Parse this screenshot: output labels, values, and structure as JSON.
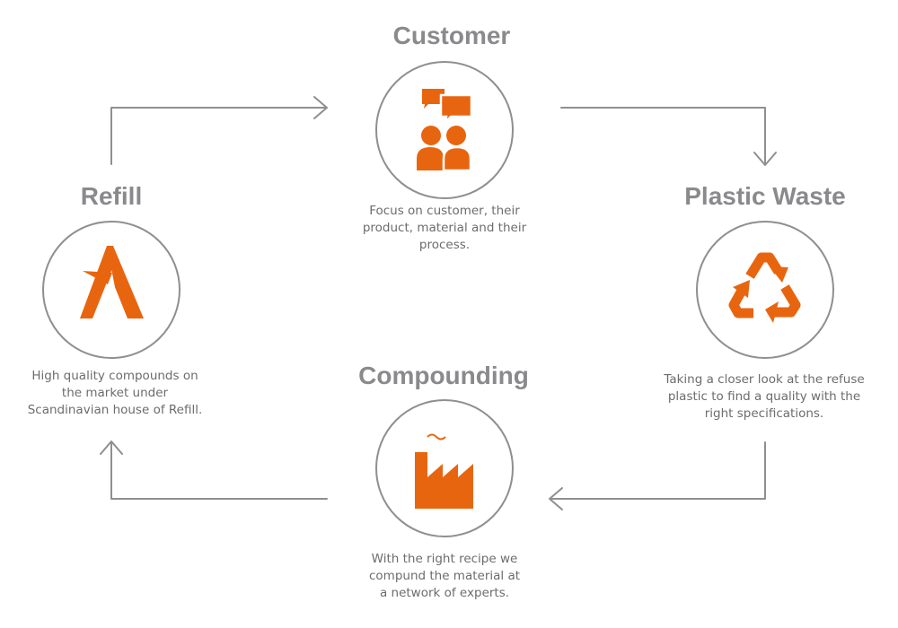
{
  "diagram": {
    "accent_color": "#e8650f",
    "line_color": "#8f8f92",
    "nodes": {
      "customer": {
        "title": "Customer",
        "description": "Focus on customer, their product, material and their process.",
        "icon": "customer-chat-icon"
      },
      "plastic_waste": {
        "title": "Plastic Waste",
        "description": "Taking a closer look at the refuse plastic to find a quality with the right specifications.",
        "icon": "recycle-icon"
      },
      "compounding": {
        "title": "Compounding",
        "description": "With the right recipe we compund the material at a network of experts.",
        "icon": "factory-icon"
      },
      "refill": {
        "title": "Refill",
        "description": "High quality compounds on the market under Scandinavian house of Refill.",
        "icon": "refill-logo-icon"
      }
    }
  }
}
